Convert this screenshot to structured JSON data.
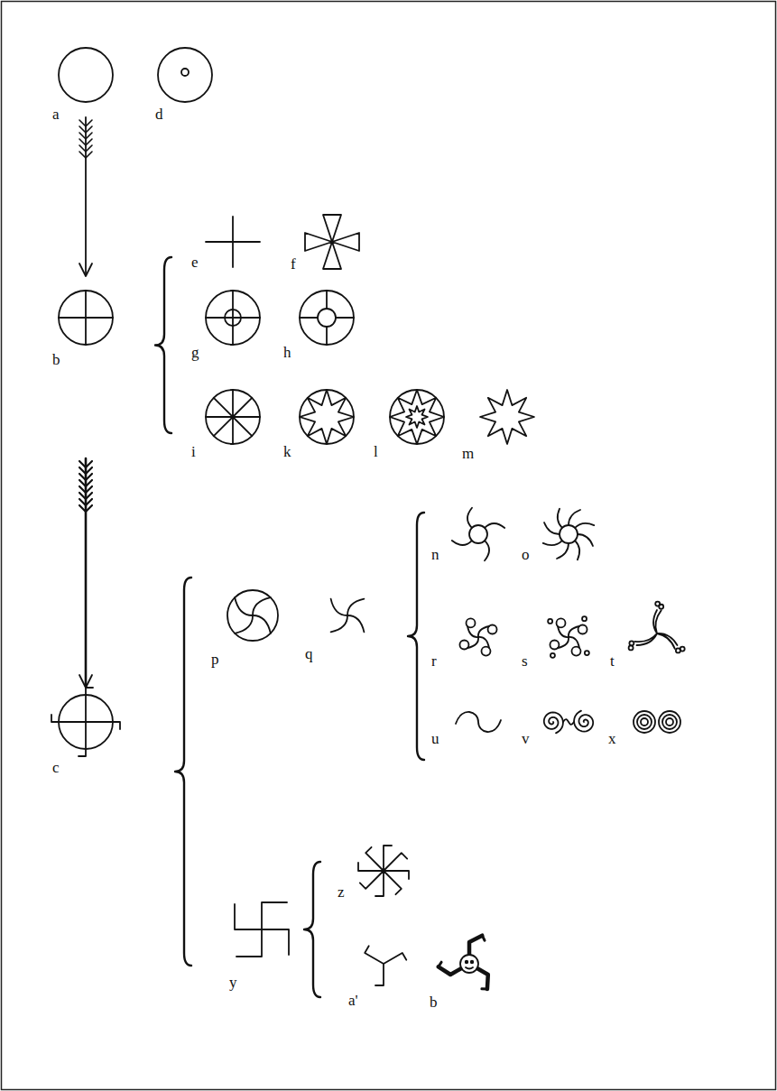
{
  "diagram": {
    "labels": [
      "a",
      "d",
      "e",
      "f",
      "b",
      "g",
      "h",
      "i",
      "k",
      "l",
      "m",
      "n",
      "o",
      "p",
      "q",
      "r",
      "s",
      "t",
      "u",
      "v",
      "x",
      "c",
      "y",
      "z",
      "a'",
      "b"
    ]
  }
}
